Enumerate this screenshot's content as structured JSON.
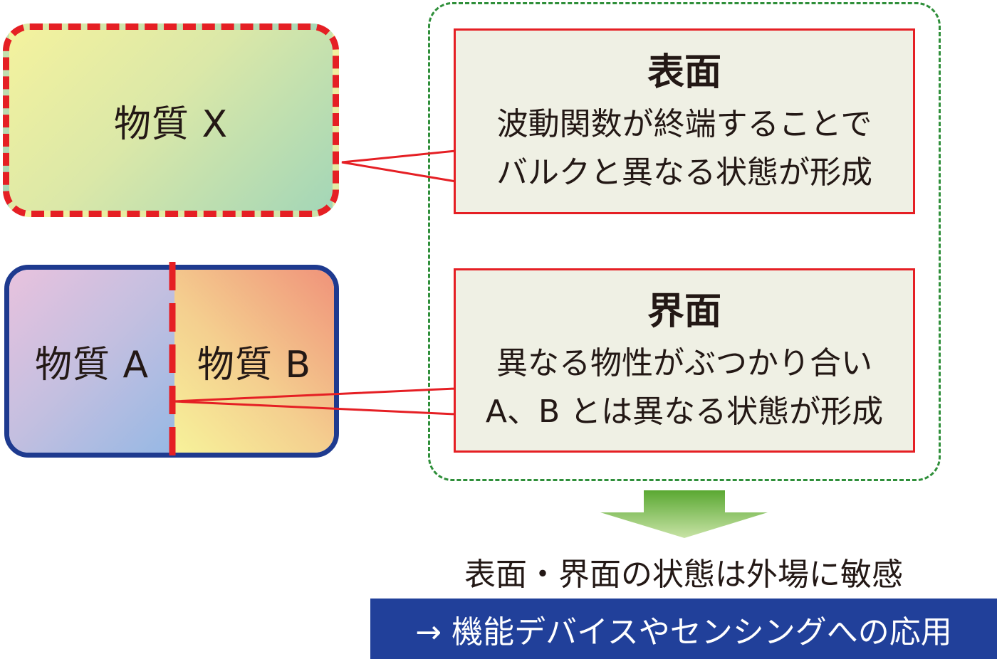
{
  "substances": {
    "x": "物質 X",
    "a": "物質 A",
    "b": "物質 B"
  },
  "surface": {
    "title": "表面",
    "line1": "波動関数が終端することで",
    "line2": "バルクと異なる状態が形成"
  },
  "interface": {
    "title": "界面",
    "line1": "異なる物性がぶつかり合い",
    "line2": "A、B とは異なる状態が形成"
  },
  "conclusion": {
    "text": "表面・界面の状態は外場に敏感",
    "application": "→ 機能デバイスやセンシングへの応用"
  },
  "colors": {
    "red_dash": "#e51f24",
    "blue_border": "#1e3a8f",
    "green_dash": "#2f8f3a",
    "callout_fill": "#eff0e4",
    "banner": "#21409a",
    "arrow_top": "#5aa832",
    "arrow_bottom": "#c8e3a6"
  },
  "icons": {
    "down_arrow": "down-arrow-icon"
  }
}
